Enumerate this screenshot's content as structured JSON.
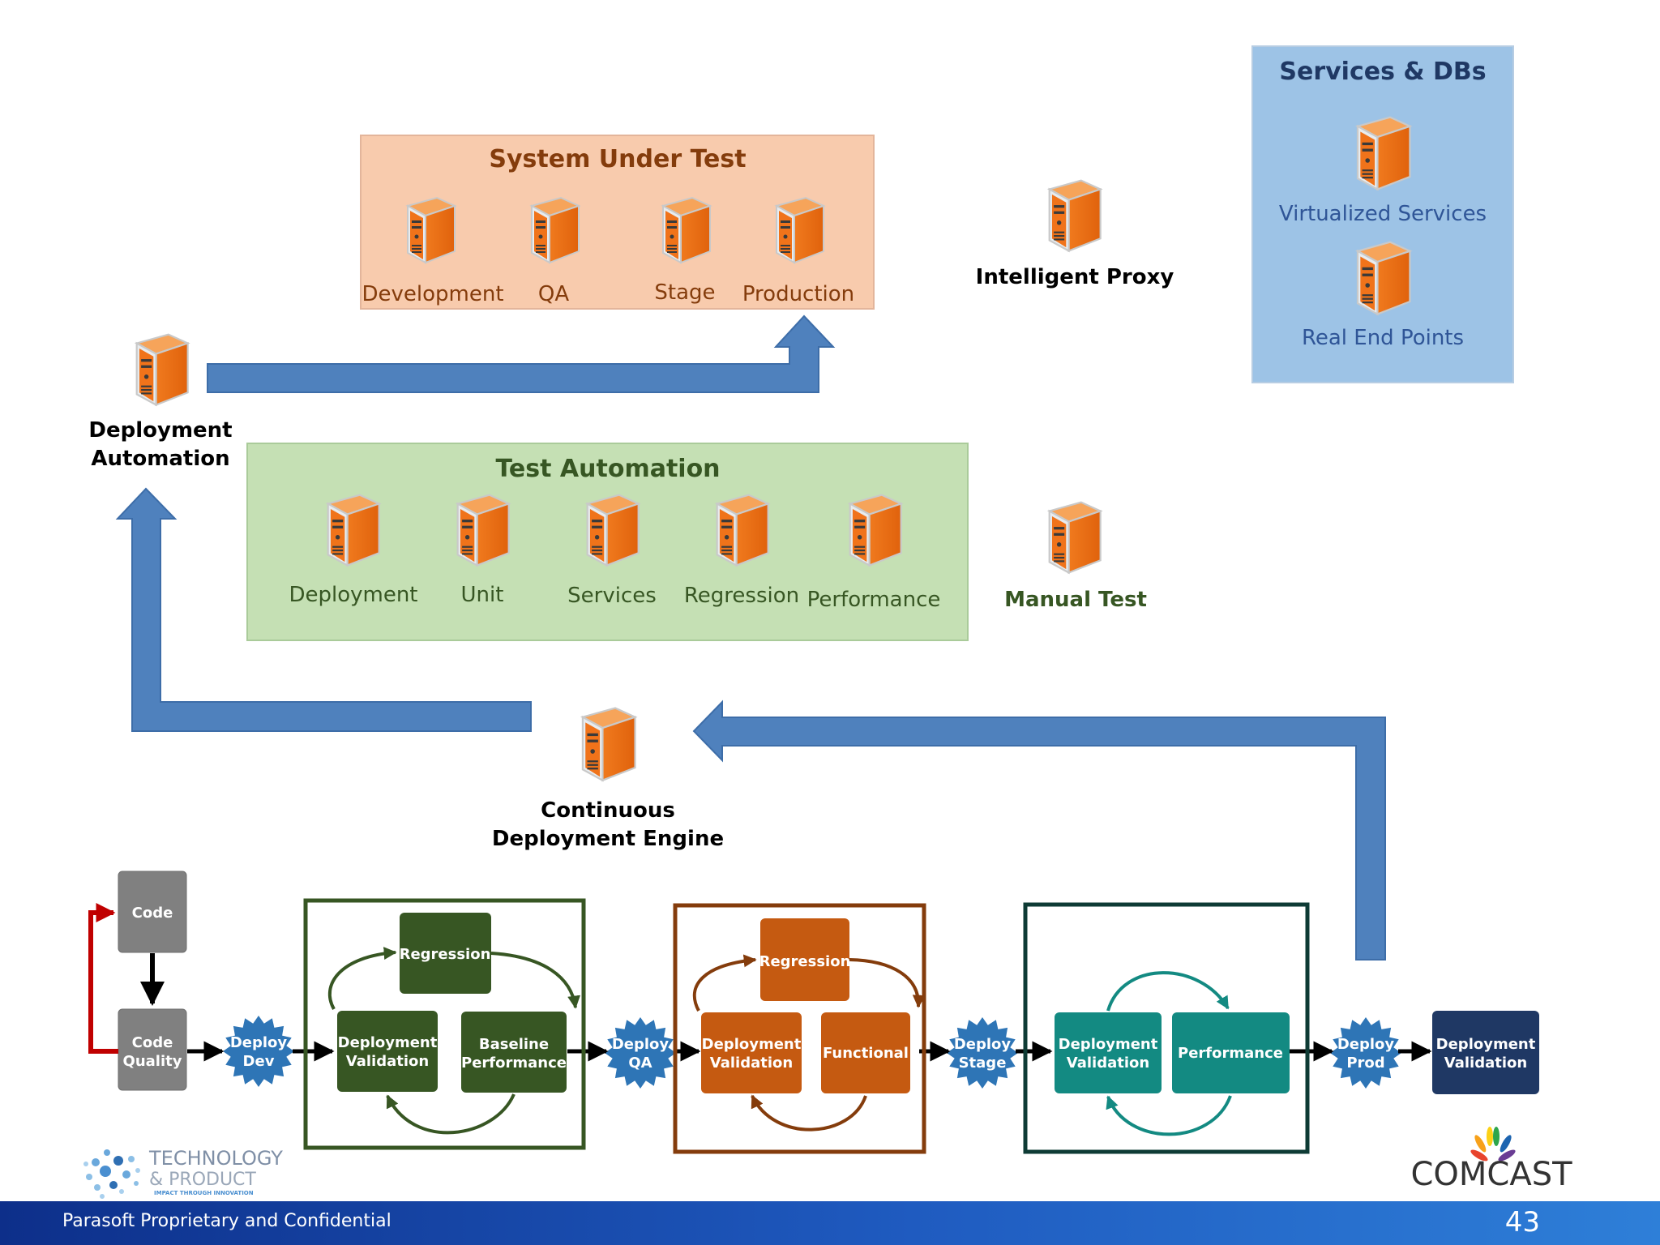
{
  "sut": {
    "title": "System Under Test",
    "servers": [
      "Development",
      "QA",
      "Stage",
      "Production"
    ]
  },
  "test_automation": {
    "title": "Test Automation",
    "servers": [
      "Deployment",
      "Unit",
      "Services",
      "Regression",
      "Performance"
    ]
  },
  "services": {
    "title": "Services & DBs",
    "items": [
      "Virtualized Services",
      "Real End Points"
    ]
  },
  "deployment_automation": {
    "line1": "Deployment",
    "line2": "Automation"
  },
  "intelligent_proxy": "Intelligent Proxy",
  "manual_test": "Manual Test",
  "cde": {
    "line1": "Continuous",
    "line2": "Deployment Engine"
  },
  "pipeline": {
    "code": "Code",
    "code_quality": [
      "Code",
      "Quality"
    ],
    "deploy_dev": [
      "Deploy",
      "Dev"
    ],
    "deploy_qa": [
      "Deploy",
      "QA"
    ],
    "deploy_stage": [
      "Deploy",
      "Stage"
    ],
    "deploy_prod": [
      "Deploy",
      "Prod"
    ],
    "dev_box": {
      "regression": "Regression",
      "deployment_validation": [
        "Deployment",
        "Validation"
      ],
      "baseline_performance": [
        "Baseline",
        "Performance"
      ]
    },
    "qa_box": {
      "regression": "Regression",
      "deployment_validation": [
        "Deployment",
        "Validation"
      ],
      "functional": "Functional"
    },
    "stage_box": {
      "deployment_validation": [
        "Deployment",
        "Validation"
      ],
      "performance": "Performance"
    },
    "prod": {
      "deployment_validation": [
        "Deployment",
        "Validation"
      ]
    }
  },
  "logos": {
    "tech_product": [
      "TECHNOLOGY",
      "& PRODUCT",
      "IMPACT THROUGH INNOVATION"
    ],
    "comcast": "COMCAST"
  },
  "footer": {
    "text": "Parasoft Proprietary and Confidential",
    "page": "43"
  },
  "colors": {
    "blue_arrow": "#4f81bd",
    "sut_fill": "#f8cbad",
    "ta_fill": "#c5e0b4",
    "services_fill": "#9dc3e6",
    "dev_green": "#375623",
    "qa_orange": "#c55a11",
    "stage_teal": "#138a82",
    "prod_navy": "#1f3864",
    "code_gray": "#808080",
    "deploy_star": "#2e75b6"
  }
}
